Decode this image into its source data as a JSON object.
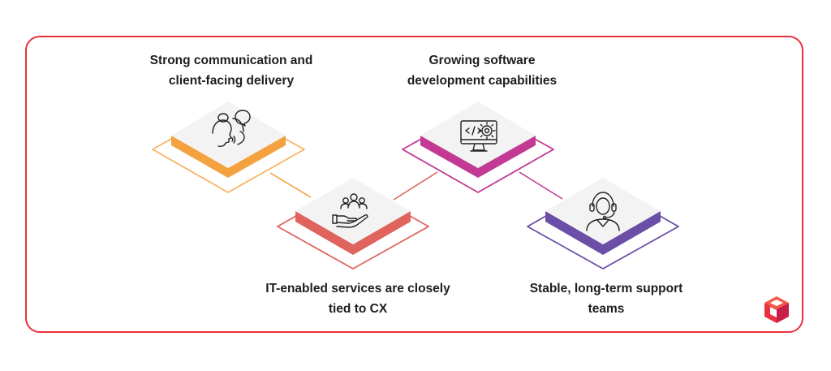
{
  "brand": {
    "accent": "#e8313c"
  },
  "items": [
    {
      "id": "communication",
      "line1": "Strong communication and",
      "line2": "client-facing delivery",
      "icon": "conversation-icon",
      "color": "#f4a13f",
      "outline": "#f7b464"
    },
    {
      "id": "itcx",
      "line1": "IT-enabled services are closely",
      "line2": "tied to CX",
      "icon": "hand-with-people-icon",
      "color": "#e0645e",
      "outline": "#e0645e"
    },
    {
      "id": "software",
      "line1": "Growing software",
      "line2": "development capabilities",
      "icon": "code-monitor-gear-icon",
      "color": "#c23a93",
      "outline": "#c23a93"
    },
    {
      "id": "support",
      "line1": "Stable, long-term support",
      "line2": "teams",
      "icon": "headset-agent-icon",
      "color": "#6b4fa6",
      "outline": "#6b4fa6"
    }
  ],
  "logo": {
    "name": "brand-logo-icon"
  }
}
